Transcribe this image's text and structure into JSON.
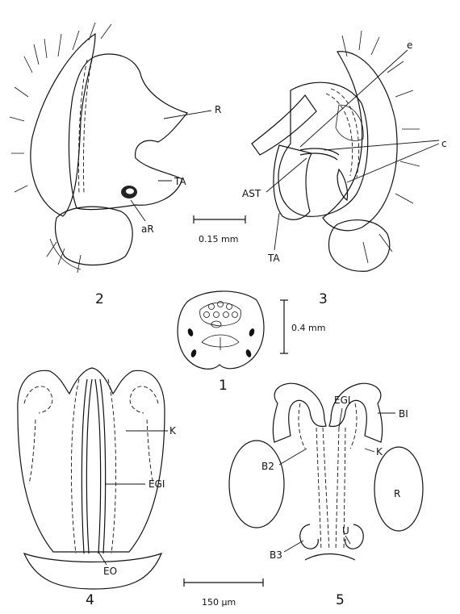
{
  "figures": {
    "fig2": {
      "number": "2",
      "labels": {
        "R": "R",
        "TA": "TA",
        "aR": "aR"
      },
      "scale": "0.15 mm"
    },
    "fig3": {
      "number": "3",
      "labels": {
        "e": "e",
        "c": "c",
        "AST": "AST",
        "TA": "TA"
      }
    },
    "fig1": {
      "number": "1",
      "scale": "0.4 mm"
    },
    "fig4": {
      "number": "4",
      "labels": {
        "K": "K",
        "EGI": "EGI",
        "EO": "EO"
      }
    },
    "fig5": {
      "number": "5",
      "labels": {
        "EGI": "EGI",
        "BI": "BI",
        "B2": "B2",
        "K": "K",
        "R": "R",
        "B3": "B3",
        "U": "U"
      }
    },
    "bottom_scale": "150 µm"
  },
  "colors": {
    "ink": "#111111",
    "stipple": "#555555",
    "paper": "#ffffff"
  }
}
